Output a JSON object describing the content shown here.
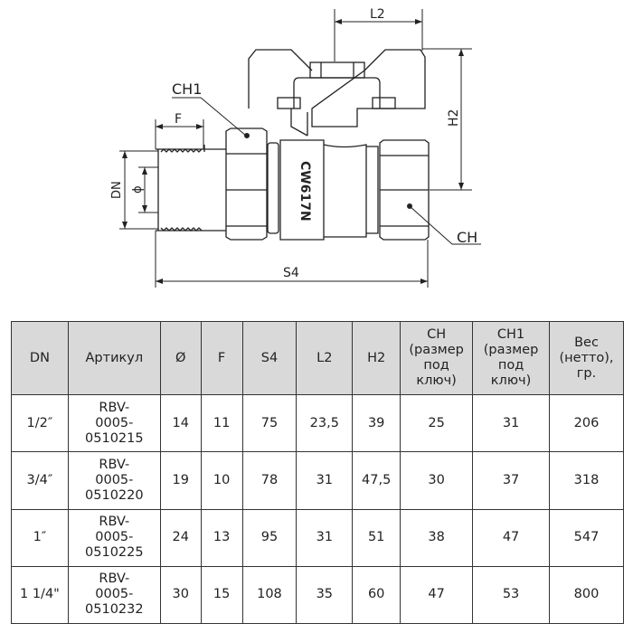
{
  "drawing": {
    "labels": {
      "L2": "L2",
      "H2": "H2",
      "CH1": "CH1",
      "CH": "CH",
      "F": "F",
      "DN": "DN",
      "phi": "ϕ",
      "S4": "S4",
      "marking": "CW617N"
    }
  },
  "table": {
    "headers": [
      "DN",
      "Артикул",
      "Ø",
      "F",
      "S4",
      "L2",
      "H2",
      "CH (размер под ключ)",
      "CH1 (размер под ключ)",
      "Вес (нетто), гр."
    ],
    "rows": [
      [
        "1/2″",
        "RBV-0005-0510215",
        "14",
        "11",
        "75",
        "23,5",
        "39",
        "25",
        "31",
        "206"
      ],
      [
        "3/4″",
        "RBV-0005-0510220",
        "19",
        "10",
        "78",
        "31",
        "47,5",
        "30",
        "37",
        "318"
      ],
      [
        "1″",
        "RBV-0005-0510225",
        "24",
        "13",
        "95",
        "31",
        "51",
        "38",
        "47",
        "547"
      ],
      [
        "1 1/4\"",
        "RBV-0005-0510232",
        "30",
        "15",
        "108",
        "35",
        "60",
        "47",
        "53",
        "800"
      ]
    ]
  }
}
